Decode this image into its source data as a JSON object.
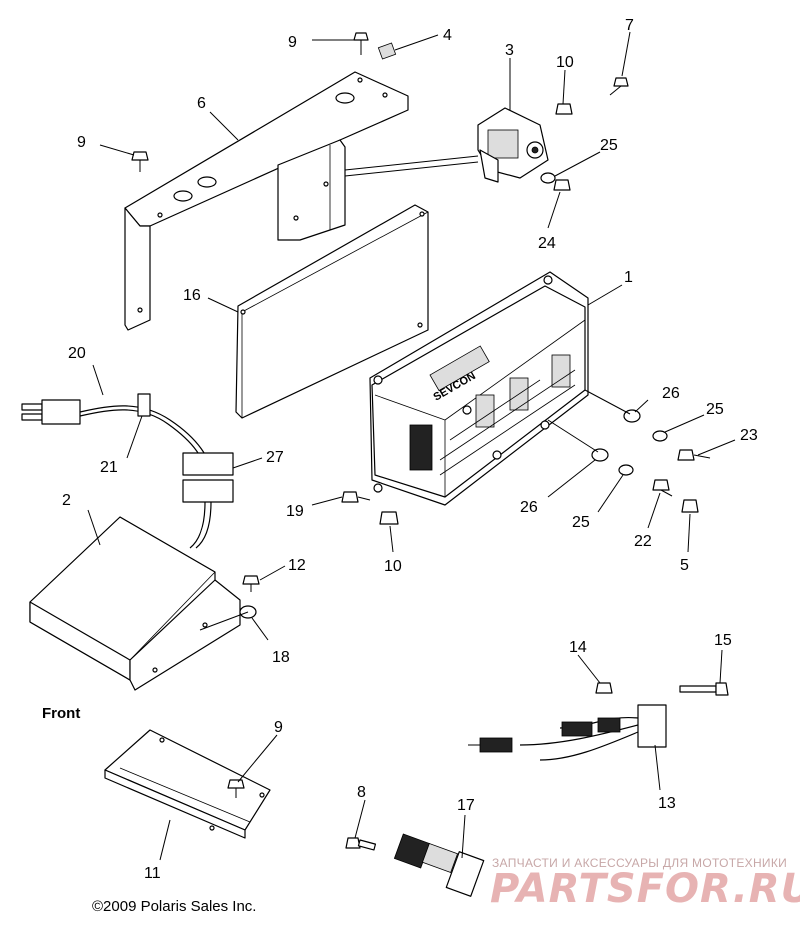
{
  "diagram": {
    "callouts": [
      "1",
      "2",
      "3",
      "4",
      "5",
      "6",
      "7",
      "8",
      "9",
      "10",
      "11",
      "12",
      "13",
      "14",
      "15",
      "16",
      "17",
      "18",
      "19",
      "20",
      "21",
      "22",
      "23",
      "24",
      "25",
      "26",
      "27"
    ],
    "sevcon_text": "SEVCON",
    "front_label": "Front",
    "copyright": "©2009 Polaris Sales Inc.",
    "watermark": {
      "tagline": "ЗАПЧАСТИ И АКСЕССУАРЫ ДЛЯ МОТОТЕХНИКИ",
      "logo": "PARTSFOR.RU"
    }
  }
}
